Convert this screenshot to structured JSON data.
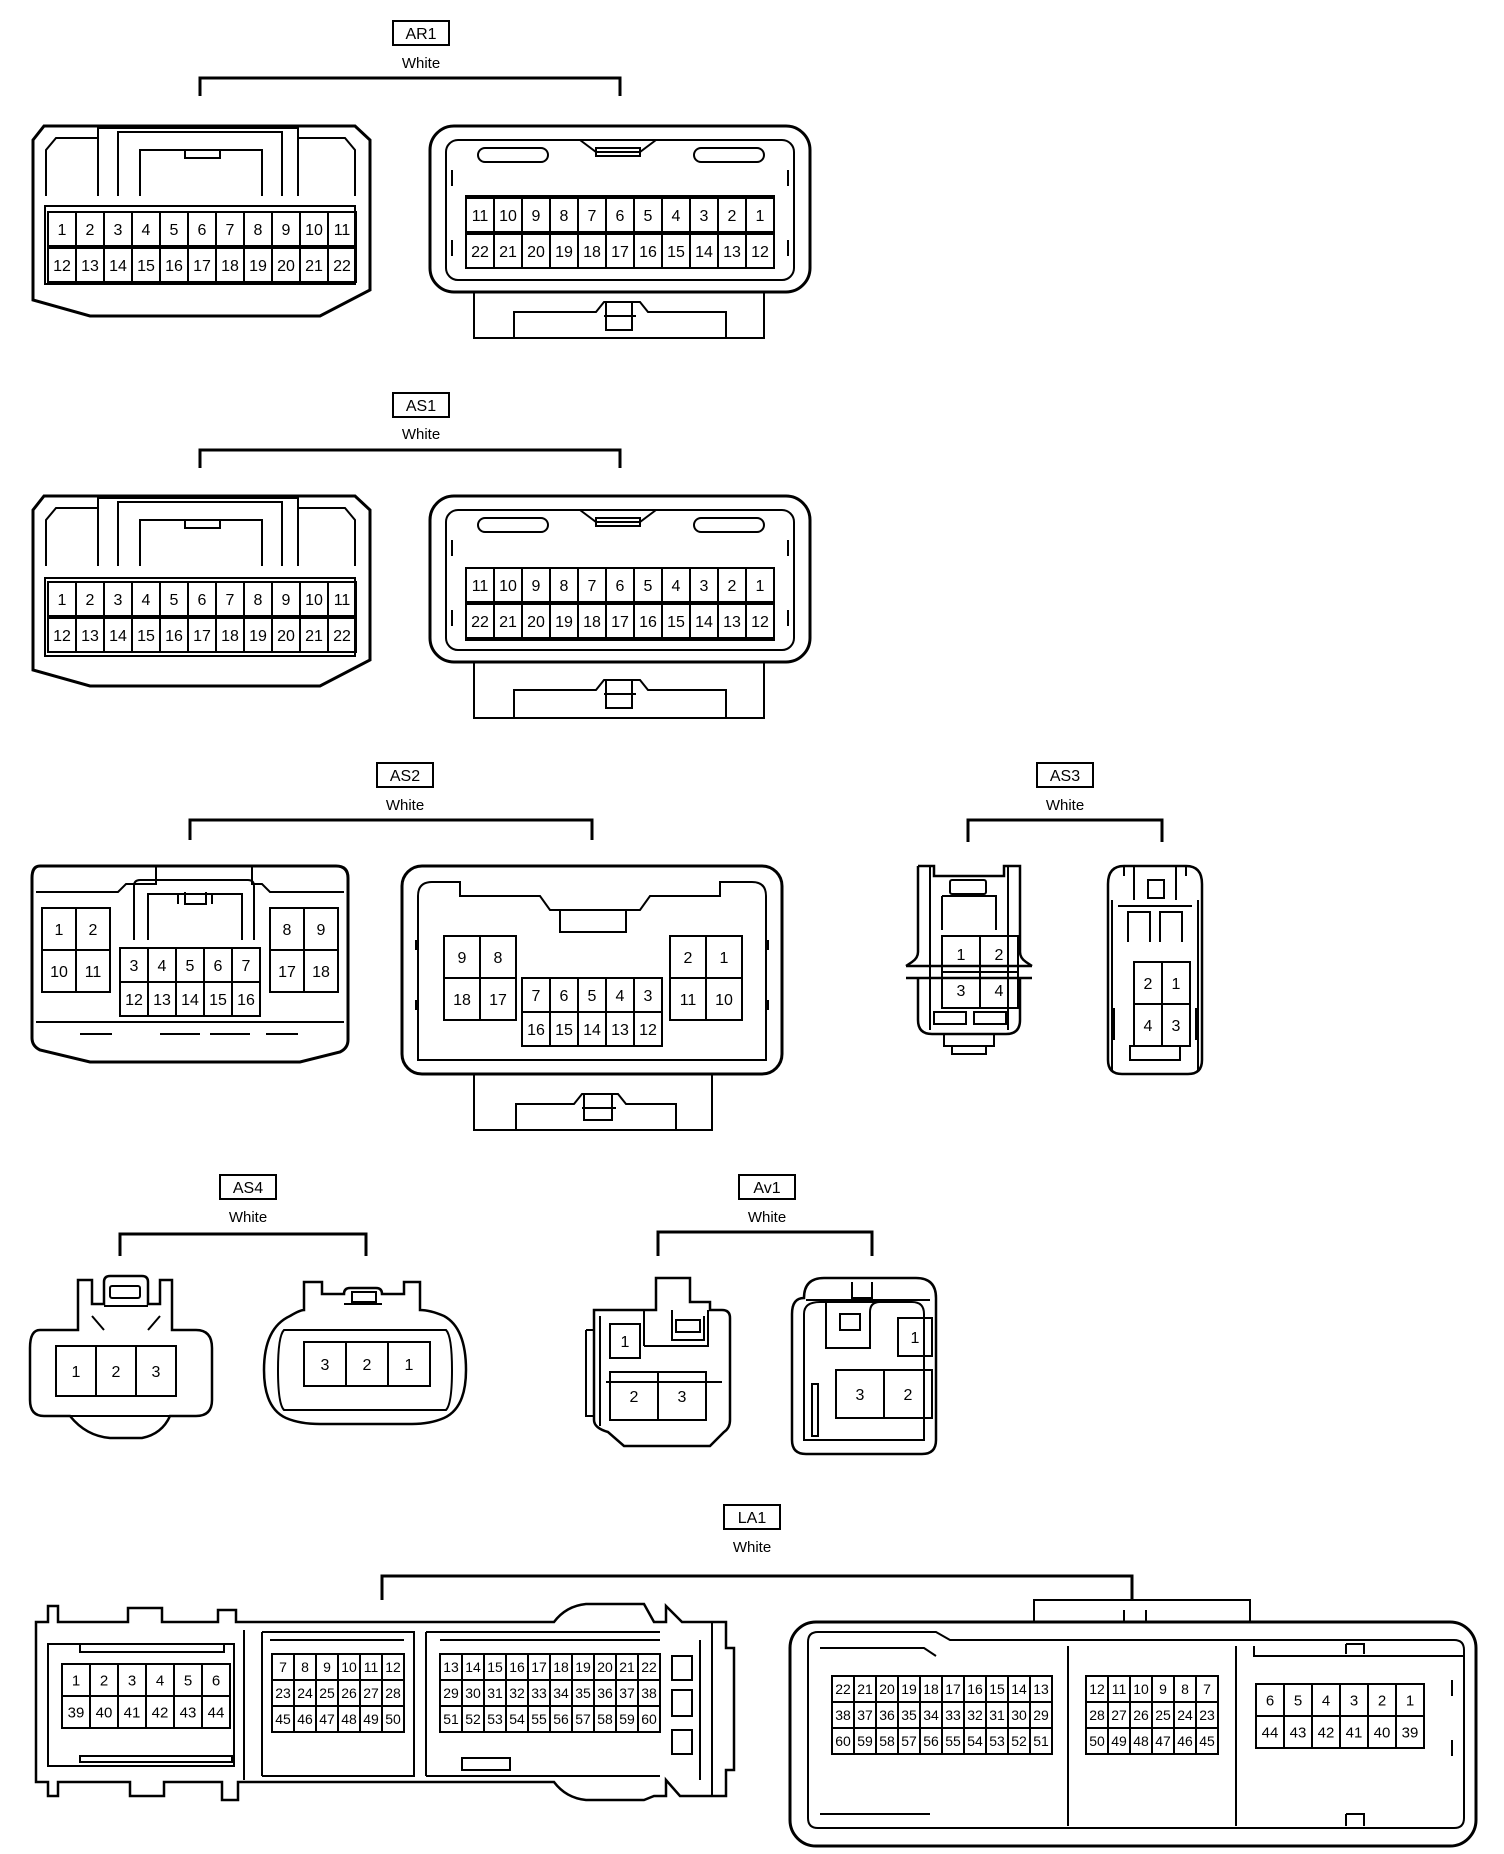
{
  "connectors": [
    {
      "id": "AR1",
      "color": "White"
    },
    {
      "id": "AS1",
      "color": "White"
    },
    {
      "id": "AS2",
      "color": "White"
    },
    {
      "id": "AS3",
      "color": "White"
    },
    {
      "id": "AS4",
      "color": "White"
    },
    {
      "id": "Av1",
      "color": "White"
    },
    {
      "id": "LA1",
      "color": "White"
    }
  ],
  "pins": {
    "ar_left_row1": [
      "1",
      "2",
      "3",
      "4",
      "5",
      "6",
      "7",
      "8",
      "9",
      "10",
      "11"
    ],
    "ar_left_row2": [
      "12",
      "13",
      "14",
      "15",
      "16",
      "17",
      "18",
      "19",
      "20",
      "21",
      "22"
    ],
    "ar_right_row1": [
      "11",
      "10",
      "9",
      "8",
      "7",
      "6",
      "5",
      "4",
      "3",
      "2",
      "1"
    ],
    "ar_right_row2": [
      "22",
      "21",
      "20",
      "19",
      "18",
      "17",
      "16",
      "15",
      "14",
      "13",
      "12"
    ],
    "as2_left_a": [
      "1",
      "2",
      "10",
      "11"
    ],
    "as2_left_b": [
      "3",
      "4",
      "5",
      "6",
      "7",
      "12",
      "13",
      "14",
      "15",
      "16"
    ],
    "as2_left_c": [
      "8",
      "9",
      "17",
      "18"
    ],
    "as2_right_a": [
      "9",
      "8",
      "18",
      "17"
    ],
    "as2_right_b": [
      "7",
      "6",
      "5",
      "4",
      "3",
      "16",
      "15",
      "14",
      "13",
      "12"
    ],
    "as2_right_c": [
      "2",
      "1",
      "11",
      "10"
    ],
    "as3_left": [
      "1",
      "2",
      "3",
      "4"
    ],
    "as3_right": [
      "2",
      "1",
      "4",
      "3"
    ],
    "as4_left": [
      "1",
      "2",
      "3"
    ],
    "as4_right": [
      "3",
      "2",
      "1"
    ],
    "av1_left": [
      "1",
      "2",
      "3"
    ],
    "av1_right": [
      "1",
      "3",
      "2"
    ],
    "la1_left_a1": [
      "1",
      "2",
      "3",
      "4",
      "5",
      "6"
    ],
    "la1_left_a2": [
      "39",
      "40",
      "41",
      "42",
      "43",
      "44"
    ],
    "la1_left_b1": [
      "7",
      "8",
      "9",
      "10",
      "11",
      "12"
    ],
    "la1_left_b2": [
      "23",
      "24",
      "25",
      "26",
      "27",
      "28"
    ],
    "la1_left_b3": [
      "45",
      "46",
      "47",
      "48",
      "49",
      "50"
    ],
    "la1_left_c1": [
      "13",
      "14",
      "15",
      "16",
      "17",
      "18",
      "19",
      "20",
      "21",
      "22"
    ],
    "la1_left_c2": [
      "29",
      "30",
      "31",
      "32",
      "33",
      "34",
      "35",
      "36",
      "37",
      "38"
    ],
    "la1_left_c3": [
      "51",
      "52",
      "53",
      "54",
      "55",
      "56",
      "57",
      "58",
      "59",
      "60"
    ],
    "la1_right_c1": [
      "22",
      "21",
      "20",
      "19",
      "18",
      "17",
      "16",
      "15",
      "14",
      "13"
    ],
    "la1_right_c2": [
      "38",
      "37",
      "36",
      "35",
      "34",
      "33",
      "32",
      "31",
      "30",
      "29"
    ],
    "la1_right_c3": [
      "60",
      "59",
      "58",
      "57",
      "56",
      "55",
      "54",
      "53",
      "52",
      "51"
    ],
    "la1_right_b1": [
      "12",
      "11",
      "10",
      "9",
      "8",
      "7"
    ],
    "la1_right_b2": [
      "28",
      "27",
      "26",
      "25",
      "24",
      "23"
    ],
    "la1_right_b3": [
      "50",
      "49",
      "48",
      "47",
      "46",
      "45"
    ],
    "la1_right_a1": [
      "6",
      "5",
      "4",
      "3",
      "2",
      "1"
    ],
    "la1_right_a2": [
      "44",
      "43",
      "42",
      "41",
      "40",
      "39"
    ]
  }
}
